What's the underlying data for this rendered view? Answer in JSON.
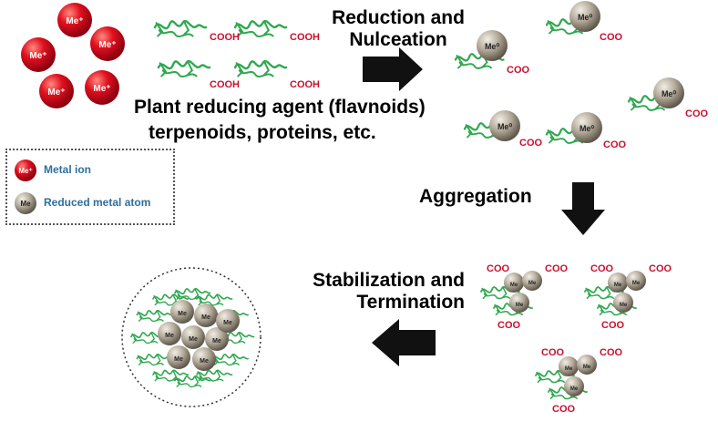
{
  "labels": {
    "reduction": "Reduction and\nNulceation",
    "plant_agent_line1": "Plant reducing agent (flavnoids)",
    "plant_agent_line2": "terpenoids, proteins, etc.",
    "aggregation": "Aggregation",
    "stabilization": "Stabilization and\nTermination"
  },
  "legend": {
    "metal_ion": "Metal ion",
    "reduced_atom": "Reduced metal atom"
  },
  "particles": {
    "ion_symbol": "Me⁺",
    "atom_symbol": "Me⁰",
    "atom_symbol_short": "Me"
  },
  "groups": {
    "carboxyl": "COOH",
    "carboxylate": "COO"
  },
  "colors": {
    "ion_red": "#d0021b",
    "atom_grey": "#a59c8c",
    "ligand_green": "#2fa84f",
    "carboxyl_red": "#c8102e",
    "arrow_black": "#111111"
  }
}
